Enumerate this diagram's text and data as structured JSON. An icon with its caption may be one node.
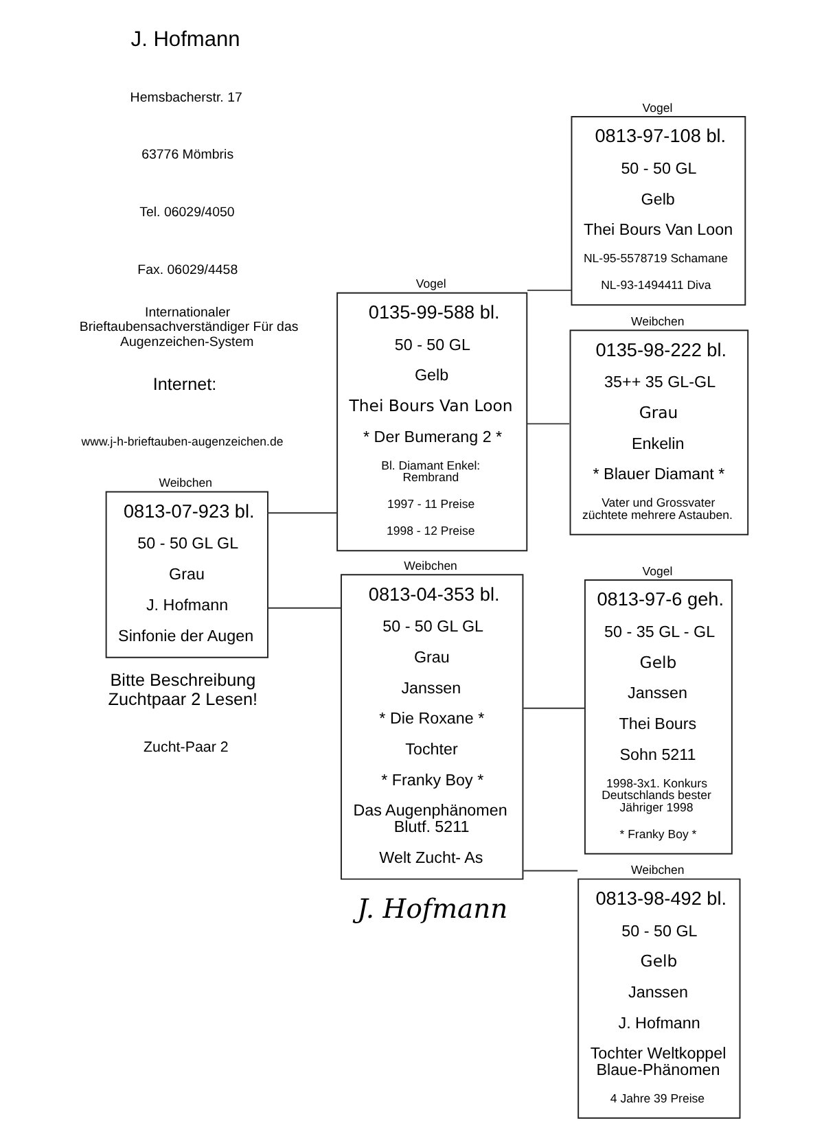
{
  "diagram": {
    "nodes": [
      {
        "text": [
          "Weibchen",
          "0813-07-923 bl.",
          "50 - 50 GL GL",
          "Grau",
          "J. Hofmann",
          "Sinfonie der Augen"
        ]
      },
      {
        "text": [
          "Vogel",
          "0135-99-588 bl.",
          "50 - 50 GL",
          "Gelb",
          "Thei Bours Van Loon",
          "* Der Bumerang 2 *",
          "Bl. Diamant Enkel: Rembrand",
          "1997 - 11 Preise",
          "1998 - 12 Preise"
        ]
      },
      {
        "text": [
          "Vogel",
          "0813-97-108 bl.",
          "50 - 50 GL",
          "Gelb",
          "Thei Bours Van Loon",
          "NL-95-5578719 Schamane",
          "NL-93-1494411 Diva"
        ]
      },
      {
        "text": [
          "Weibchen",
          "0135-98-222 bl.",
          "35++ 35 GL-GL",
          "Grau",
          "Enkelin",
          "* Blauer Diamant *",
          "Vater und Grossvater züchtete mehrere Astauben."
        ]
      },
      {
        "text": [
          "Weibchen",
          "0813-04-353 bl.",
          "50 - 50 GL GL",
          "Grau",
          "Janssen",
          "* Die Roxane *",
          "Tochter",
          "* Franky Boy *",
          "Das Augenphänomen Blutf. 5211",
          "Welt Zucht- As"
        ]
      },
      {
        "text": [
          "Vogel",
          "0813-97-6 geh.",
          "50 - 35 GL - GL",
          "Gelb",
          "Janssen",
          "Thei Bours",
          "Sohn 5211",
          "1998-3x1. Konkurs Deutschlands bester Jähriger 1998",
          "* Franky Boy *"
        ]
      },
      {
        "text": [
          "Weibchen",
          "0813-98-492 bl.",
          "50 - 50 GL",
          "Gelb",
          "Janssen",
          "J. Hofmann",
          "Tochter Weltkoppel Blaue-Phänomen",
          "4 Jahre 39 Preise"
        ]
      }
    ],
    "edges": [
      {
        "from": 0,
        "to": 1,
        "arrow": "none"
      },
      {
        "from": 0,
        "to": 4,
        "arrow": "none"
      },
      {
        "from": 1,
        "to": 2,
        "arrow": "none"
      },
      {
        "from": 1,
        "to": 3,
        "arrow": "none"
      },
      {
        "from": 4,
        "to": 5,
        "arrow": "none"
      },
      {
        "from": 4,
        "to": 6,
        "arrow": "none"
      }
    ],
    "labels": [
      "J. Hofmann",
      "Hemsbacherstr. 17",
      "63776 Mömbris",
      "Tel. 06029/4050",
      "Fax. 06029/4458",
      "Internationaler Brieftaubensachverständiger Für das Augenzeichen-System",
      "Internet:",
      "www.j-h-brieftauben-augenzeichen.de",
      "Bitte Beschreibung Zuchtpaar 2 Lesen!",
      "Zucht-Paar 2",
      "J. Hofmann"
    ]
  }
}
